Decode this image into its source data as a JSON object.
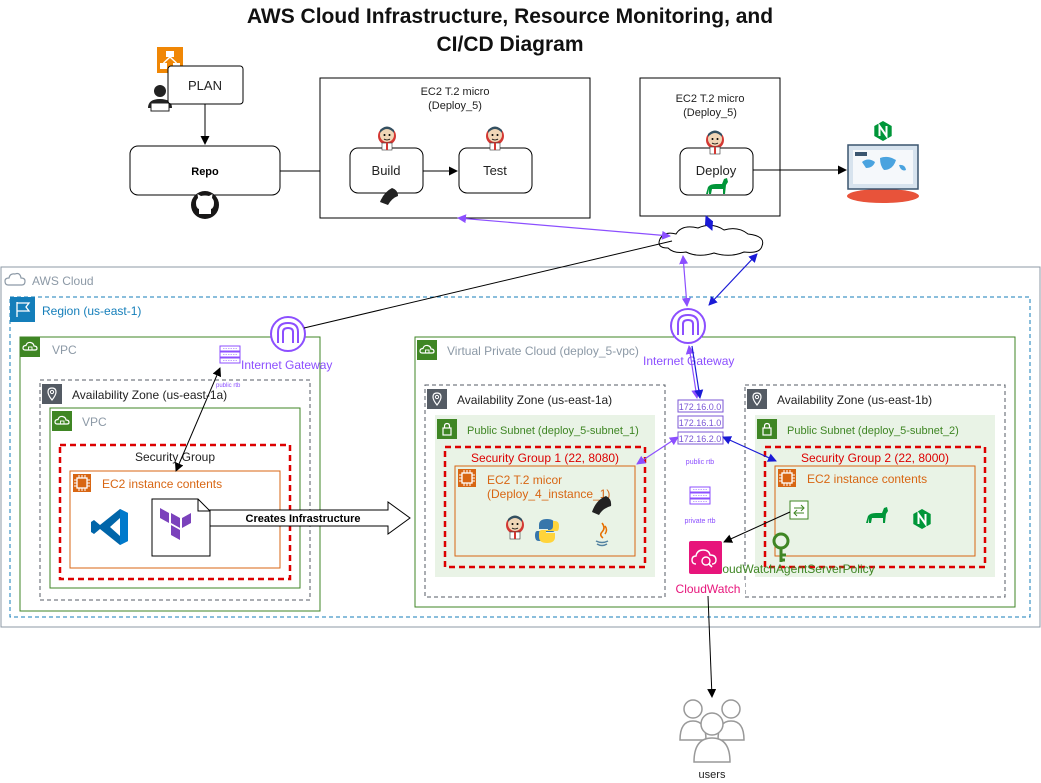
{
  "title": {
    "line1": "AWS Cloud Infrastructure, Resource Monitoring, and",
    "line2": "CI/CD Diagram"
  },
  "pipeline": {
    "plan_label": "PLAN",
    "repo_label": "Repo",
    "ec2_box1": {
      "title": "EC2 T.2 micro",
      "subtitle": "(Deploy_5)",
      "build_label": "Build",
      "test_label": "Test"
    },
    "ec2_box2": {
      "title": "EC2 T.2 micro",
      "subtitle": "(Deploy_5)",
      "deploy_label": "Deploy"
    }
  },
  "aws": {
    "cloud_label": "AWS Cloud",
    "region_label": "Region (us-east-1)",
    "left": {
      "vpc_label": "VPC",
      "igw_label": "Internet Gateway",
      "rtb_label": "public rtb",
      "az_label": "Availability Zone (us-east-1a)",
      "inner_vpc_label": "VPC",
      "sg_label": "Security Group",
      "ec2_label": "EC2 instance contents",
      "arrow_label": "Creates  Infrastructure"
    },
    "right": {
      "vpc_label": "Virtual Private Cloud (deploy_5-vpc)",
      "igw_label": "Internet Gateway",
      "routes": [
        "172.16.0.0",
        "172.16.1.0",
        "172.16.2.0"
      ],
      "public_rtb_label": "public rtb",
      "private_rtb_label": "private rtb",
      "az1": {
        "label": "Availability Zone (us-east-1a)",
        "subnet_label": "Public Subnet (deploy_5-subnet_1)",
        "sg_label": "Security Group 1 (22, 8080)",
        "ec2_title": "EC2 T.2 micor",
        "ec2_subtitle": "(Deploy_4_instance_1)"
      },
      "az2": {
        "label": "Availability Zone (us-east-1b)",
        "subnet_label": "Public Subnet (deploy_5-subnet_2)",
        "sg_label": "Security Group 2 (22, 8000)",
        "ec2_label": "EC2 instance contents"
      },
      "cloudwatch_label": "CloudWatch",
      "policy_label": "CloudWatchAgentServerPolicy"
    }
  },
  "users_label": "users",
  "colors": {
    "aws_green": "#3f8624",
    "region_blue": "#147eba",
    "sg_red": "#dd0000",
    "ec2_orange": "#d86613",
    "igw_purple": "#8c4fff",
    "cloudwatch_pink": "#e7157b",
    "route_purple": "#7b57d6"
  }
}
